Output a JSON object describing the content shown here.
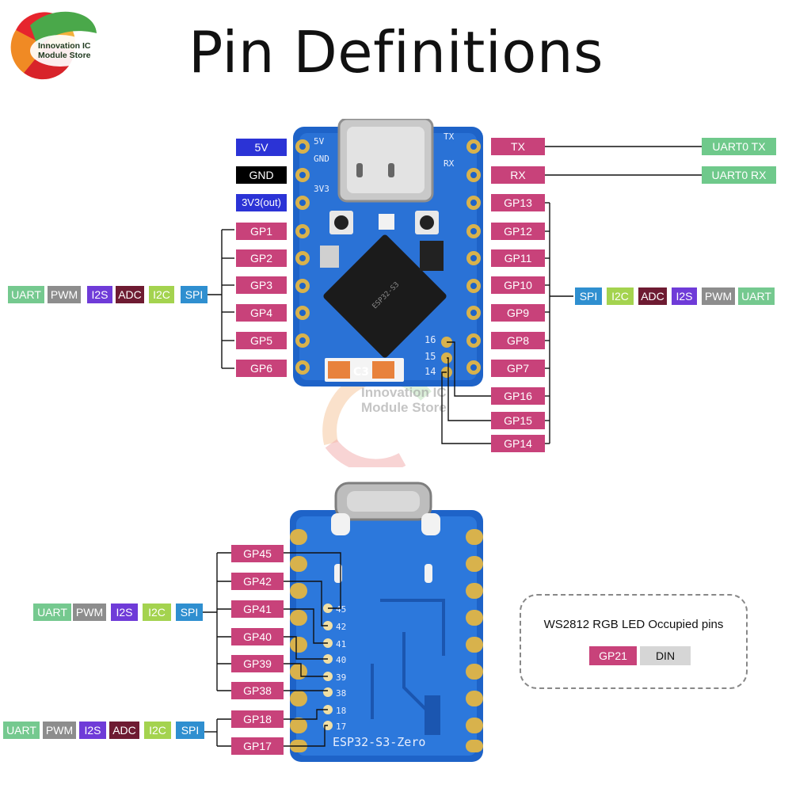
{
  "title": "Pin Definitions",
  "logo": {
    "line1": "Innovation IC",
    "line2": "Module Store"
  },
  "watermark": {
    "line1": "Innovation IC",
    "line2": "Module Store"
  },
  "colors": {
    "gp": "#c8427a",
    "power_5v": "#2b33d6",
    "gnd": "#000000",
    "power_3v3": "#2b33d6",
    "uart_label": "#75c98f",
    "pwm": "#8d8d8d",
    "i2s": "#6f3bd8",
    "adc": "#6e1b32",
    "i2c": "#a4d34f",
    "spi": "#2f8fd0",
    "board": "#1e63c8"
  },
  "top_board": {
    "left_pins": [
      "5V",
      "GND",
      "3V3(out)",
      "GP1",
      "GP2",
      "GP3",
      "GP4",
      "GP5",
      "GP6"
    ],
    "right_pins": [
      "TX",
      "RX",
      "GP13",
      "GP12",
      "GP11",
      "GP10",
      "GP9",
      "GP8",
      "GP7"
    ],
    "bottom_pads": [
      "GP16",
      "GP15",
      "GP14"
    ],
    "uart_functions": [
      "UART0 TX",
      "UART0 RX"
    ],
    "silk_left": [
      "5V",
      "GND",
      "3V3"
    ],
    "silk_right": [
      "TX",
      "RX"
    ],
    "silk_pads": [
      "16",
      "15",
      "14"
    ],
    "chip_text": "ESP32-S3",
    "cap_label": "C3",
    "left_functions": [
      "UART",
      "PWM",
      "I2S",
      "ADC",
      "I2C",
      "SPI"
    ],
    "right_functions": [
      "SPI",
      "I2C",
      "ADC",
      "I2S",
      "PWM",
      "UART"
    ]
  },
  "bottom_board": {
    "pins": [
      "GP45",
      "GP42",
      "GP41",
      "GP40",
      "GP39",
      "GP38",
      "GP18",
      "GP17"
    ],
    "pad_numbers": [
      "45",
      "42",
      "41",
      "40",
      "39",
      "38",
      "18",
      "17"
    ],
    "board_name": "ESP32-S3-Zero",
    "functions_group1": [
      "UART",
      "PWM",
      "I2S",
      "I2C",
      "SPI"
    ],
    "functions_group2": [
      "UART",
      "PWM",
      "I2S",
      "ADC",
      "I2C",
      "SPI"
    ]
  },
  "ws2812": {
    "title": "WS2812 RGB LED Occupied pins",
    "pin": "GP21",
    "signal": "DIN"
  }
}
